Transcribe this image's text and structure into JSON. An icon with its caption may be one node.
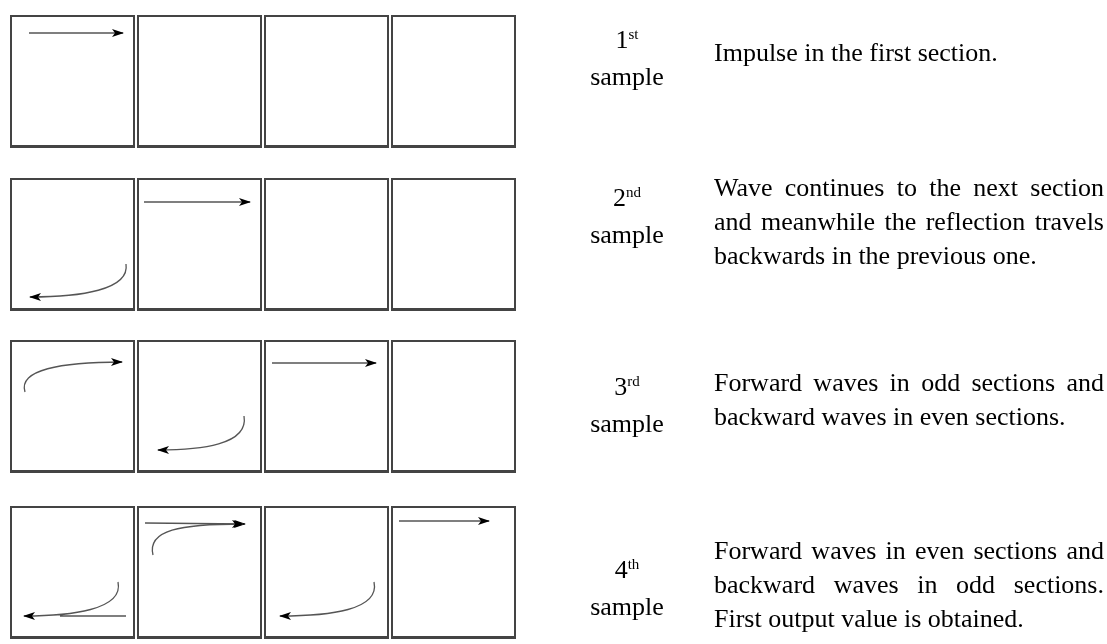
{
  "diagram": {
    "nodes": [
      {
        "text": [],
        "shape": "box"
      },
      {
        "text": [],
        "shape": "box"
      },
      {
        "text": [],
        "shape": "box"
      },
      {
        "text": [],
        "shape": "box"
      },
      {
        "text": [],
        "shape": "box"
      },
      {
        "text": [],
        "shape": "box"
      },
      {
        "text": [],
        "shape": "box"
      },
      {
        "text": [],
        "shape": "box"
      },
      {
        "text": [],
        "shape": "box"
      },
      {
        "text": [],
        "shape": "box"
      },
      {
        "text": [],
        "shape": "box"
      },
      {
        "text": [],
        "shape": "box"
      },
      {
        "text": [],
        "shape": "box"
      },
      {
        "text": [],
        "shape": "box"
      },
      {
        "text": [],
        "shape": "box"
      },
      {
        "text": [],
        "shape": "box"
      }
    ],
    "labels": [
      "1$^{st}$ sample",
      "Impulse in the first section.",
      "2$^{nd}$ sample",
      "Wave continues to the next section and meanwhile the reflection travels backwards in the previous one.",
      "3$^{rd}$ sample",
      "Forward waves in odd sections and backward waves in even sections.",
      "4$^{th}$ sample",
      "Forward waves in even sections and backward waves in odd sections. First output value is obtained."
    ]
  }
}
